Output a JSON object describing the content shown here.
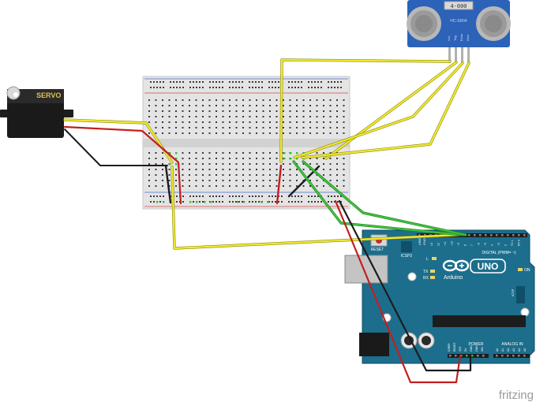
{
  "servo": {
    "label": "SERVO"
  },
  "ultrasonic": {
    "model": "4-000",
    "subtitle": "HC-SR04",
    "pins": [
      "Vcc",
      "Trig",
      "Echo",
      "Gnd"
    ]
  },
  "arduino": {
    "reset": "RESET",
    "icsp2": "ICSP2",
    "icsp": "ICSP",
    "aref": "AREF",
    "gnd": "GND",
    "digital": "DIGITAL (PWM= ~)",
    "l": "L",
    "tx": "TX",
    "rx": "RX",
    "on": "ON",
    "brand": "Arduino",
    "uno": "UNO",
    "power": "POWER",
    "analog": "ANALOG IN",
    "ioref": "IOREF",
    "reset2": "RESET",
    "v33": "3V3",
    "v5": "5V",
    "gnd1": "GND",
    "gnd2": "GND",
    "vin": "VIN",
    "a_pins": [
      "A0",
      "A1",
      "A2",
      "A3",
      "A4",
      "A5"
    ],
    "d_pins": [
      "13",
      "12",
      "~11",
      "~10",
      "~9",
      "8",
      "7",
      "~6",
      "~5",
      "4",
      "~3",
      "2",
      "TX 1",
      "RX 0"
    ]
  },
  "watermark": "fritzing"
}
